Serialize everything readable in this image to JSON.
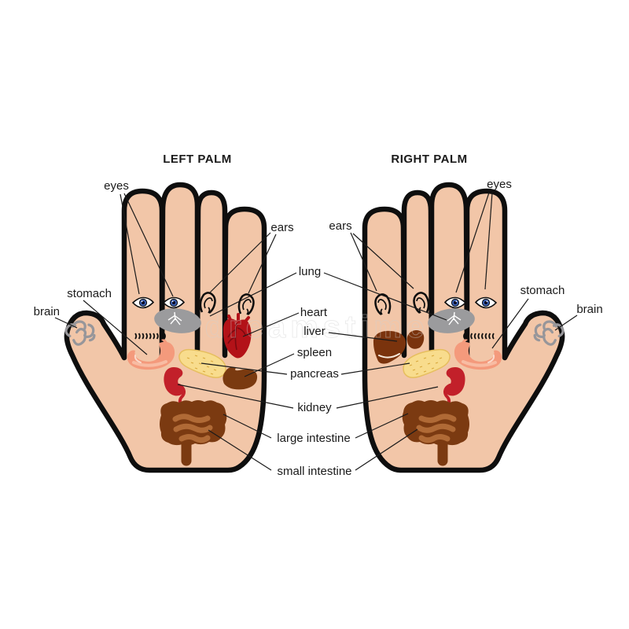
{
  "titles": {
    "left_palm": "LEFT PALM",
    "right_palm": "RIGHT PALM"
  },
  "left_hand_labels": {
    "eyes": "eyes",
    "ears": "ears",
    "stomach": "stomach",
    "brain": "brain"
  },
  "right_hand_labels": {
    "eyes": "eyes",
    "ears": "ears",
    "stomach": "stomach",
    "brain": "brain"
  },
  "shared_labels": {
    "lung": "lung",
    "heart": "heart",
    "liver": "liver",
    "spleen": "spleen",
    "pancreas": "pancreas",
    "kidney": "kidney",
    "large_intestine": "large intestine",
    "small_intestine": "small intestine"
  },
  "watermark": "dreamstime",
  "colors": {
    "skin": "#F2C6A8",
    "outline": "#0E0E0E",
    "lung_gray": "#9B9B9D",
    "bronchi_white": "#FFFFFF",
    "brain_gray": "#97969A",
    "heart_red": "#B31218",
    "heart_detail": "#7C0910",
    "kidney_red": "#C2202A",
    "stomach_pink": "#F49A7C",
    "stomach_highlight": "#F8BCA3",
    "stomach_shine": "#FBD9CB",
    "pancreas_yellow": "#F8DC8D",
    "pancreas_edge": "#E6BE5E",
    "pancreas_dots": "#D8A83C",
    "spleen_brown": "#7A3A10",
    "liver_brown": "#7A330D",
    "liver_line": "#F6E9DC",
    "intestine_dark": "#7B3A11",
    "intestine_light": "#B06A36",
    "eye_iris_blue": "#3A5FB0",
    "eye_white": "#FFFFFF",
    "pupil": "#0A0A22",
    "label_text": "#1A1A1A",
    "leader_line": "#1A1A1A",
    "watermark_gray": "#D0D0D0"
  }
}
